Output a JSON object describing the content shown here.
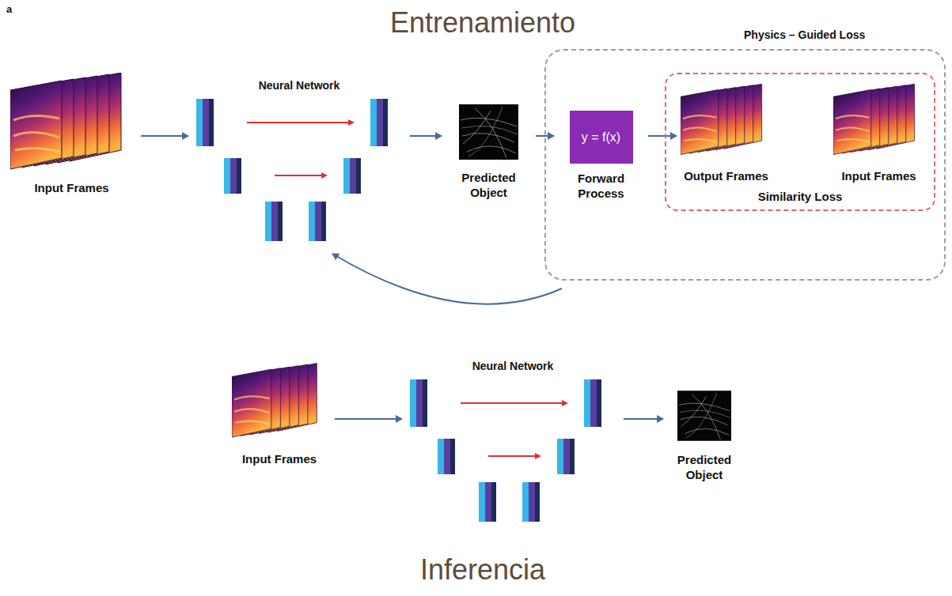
{
  "diagram": {
    "nodes": [
      {
        "text": [
          "Input Frames"
        ]
      },
      {
        "text": [
          "Neural Network"
        ]
      },
      {
        "text": [
          "Predicted Object"
        ]
      },
      {
        "text": [
          "Physics – Guided Loss"
        ]
      },
      {
        "text": [
          "y = f(x)",
          "Forward Process"
        ],
        "in": 3
      },
      {
        "text": [
          "Similarity Loss"
        ],
        "in": 3
      },
      {
        "text": [
          "Output Frames"
        ],
        "in": 5
      },
      {
        "text": [
          "Input Frames"
        ],
        "in": 5
      },
      {
        "text": [
          "Input Frames"
        ]
      },
      {
        "text": [
          "Neural Network"
        ]
      },
      {
        "text": [
          "Predicted Object"
        ]
      }
    ],
    "edges": [
      {
        "from": 0,
        "to": 1,
        "arrow": "to"
      },
      {
        "from": 1,
        "to": 2,
        "arrow": "to"
      },
      {
        "from": 2,
        "to": 4,
        "arrow": "to"
      },
      {
        "from": 4,
        "to": 6,
        "arrow": "to"
      },
      {
        "from": 3,
        "to": 1,
        "arrow": "to"
      },
      {
        "from": 8,
        "to": 9,
        "arrow": "to"
      },
      {
        "from": 9,
        "to": 10,
        "arrow": "to"
      }
    ],
    "labels": [
      "a",
      "Entrenamiento",
      "Inferencia"
    ]
  }
}
